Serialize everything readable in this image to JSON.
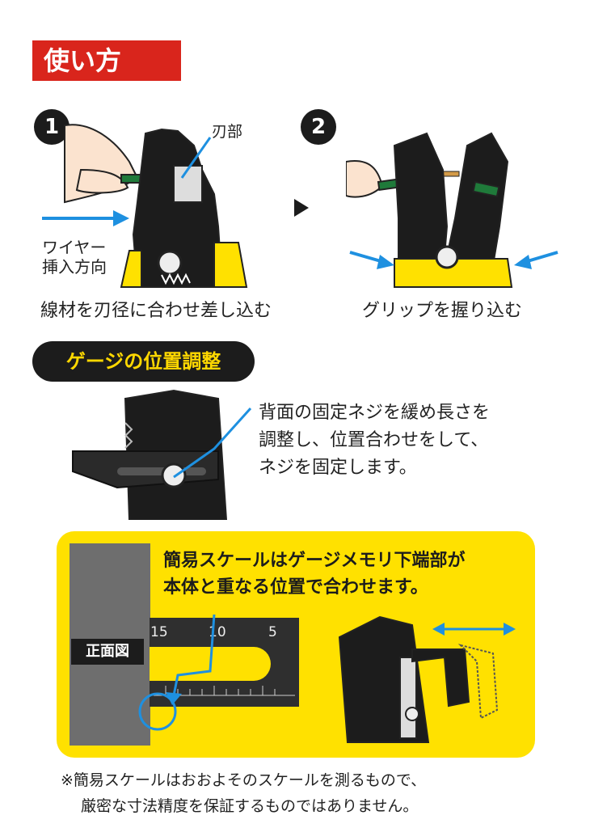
{
  "header": {
    "title": "使い方"
  },
  "step1": {
    "number": "1",
    "blade_label": "刃部",
    "direction_label_line1": "ワイヤー",
    "direction_label_line2": "挿入方向",
    "caption": "線材を刃径に合わせ差し込む"
  },
  "step2": {
    "number": "2",
    "caption": "グリップを握り込む"
  },
  "gauge": {
    "title": "ゲージの位置調整",
    "desc_line1": "背面の固定ネジを緩め長さを",
    "desc_line2": "調整し、位置合わせをして、",
    "desc_line3": "ネジを固定します。"
  },
  "scale_panel": {
    "heading_line1": "簡易スケールはゲージメモリ下端部が",
    "heading_line2": "本体と重なる位置で合わせます。",
    "front_view_label": "正面図",
    "ticks": [
      "15",
      "10",
      "5"
    ]
  },
  "footnote": {
    "line1": "※簡易スケールはおおよそのスケールを測るもので、",
    "line2": "厳密な寸法精度を保証するものではありません。"
  },
  "colors": {
    "red": "#d9251c",
    "yellow": "#ffe100",
    "blue": "#1e90e0",
    "dark": "#1c1c1c",
    "wire_green": "#1f7a3a"
  }
}
